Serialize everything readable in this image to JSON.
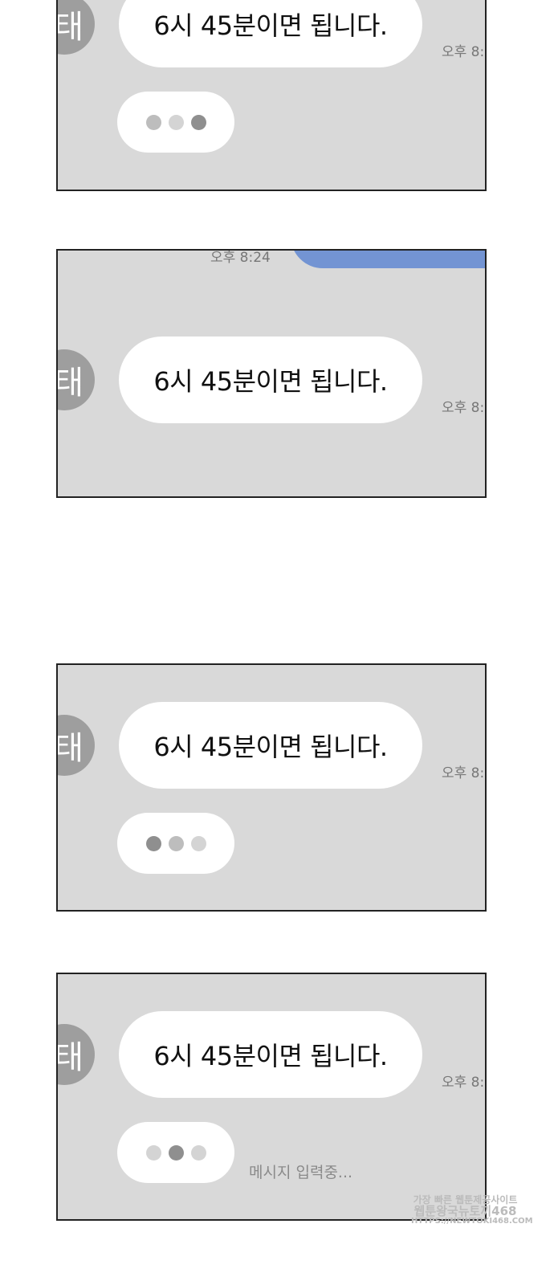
{
  "message_text": "6시 45분이면 됩니다.",
  "avatar_initial": "태",
  "time_clipped": "오후 8:",
  "prev_time": "오후 8:24",
  "typing_status": "메시지 입력중...",
  "watermark": {
    "line1": "가장 빠른 웹툰제공사이트",
    "line2": "웹툰왕국뉴토끼468",
    "line3": "HTTPS://NEWTOKI468.COM"
  },
  "colors": {
    "panel_bg": "#d9d9d9",
    "sent_bubble": "#7394d3",
    "dot_dark": "#8f8f8f",
    "dot_mid": "#bdbdbd",
    "dot_light": "#d4d4d4"
  },
  "typing_dots": [
    [
      "#bdbdbd",
      "#d4d4d4",
      "#8f8f8f"
    ],
    [
      "#8f8f8f",
      "#bdbdbd",
      "#d4d4d4"
    ],
    [
      "#d4d4d4",
      "#8f8f8f",
      "#d4d4d4"
    ]
  ]
}
